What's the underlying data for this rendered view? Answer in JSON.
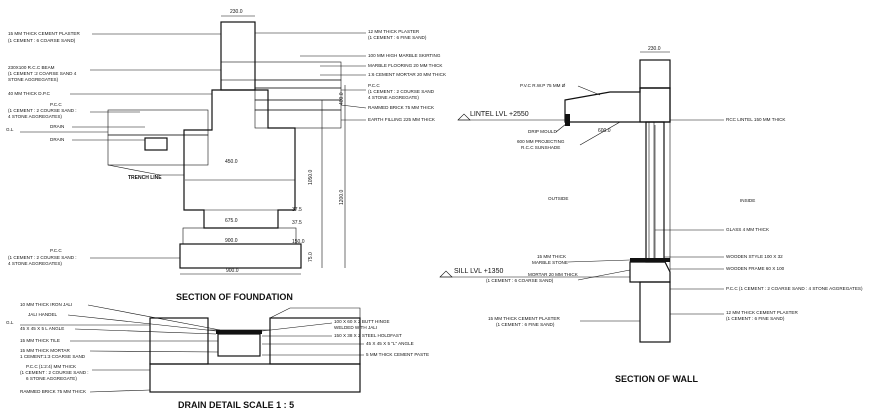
{
  "foundation": {
    "title": "SECTION OF FOUNDATION",
    "left_labels": [
      "15 MM THICK CEMENT PLASTER",
      "(1 CEMENT : 6 COARSE SAND)",
      "230X100 R.C.C BEAM",
      "(1 CEMENT :2 COARSE SAND 4",
      "STONE AGGREGATES)",
      "40 MM THICK D.P.C",
      "P.C.C",
      "(1 CEMENT : 2 COURSE SAND :",
      "4 STONE AGGREGATES)",
      "DRAIN",
      "DRAIN"
    ],
    "gl": "G.L",
    "trench_line": "TRENCH LINE",
    "pcc_bottom": [
      "P.C.C",
      "(1 CEMENT : 2 COURSE SAND :",
      "4 STONE AGGREGATES)"
    ],
    "right_labels": [
      "12 MM THICK PLASTER",
      "(1 CEMENT : 6 FINE SAND)",
      "100 MM HIGH MARBLE SKIRTING",
      "MARBLE FLOORING 20 MM THICK",
      "1:6 CEMENT MORTAR 20 MM THICK",
      "P.C.C",
      "(1 CEMENT : 2 COURSE SAND",
      "4 STONE AGGREGATE)",
      "RAMMED BRICK 75 MM THICK",
      "EARTH FILLING 225 MM THICK"
    ],
    "dims": {
      "top": "230.0",
      "bottom": "900.0",
      "d1": "450.0",
      "d2": "675.0",
      "d3": "900.0",
      "d4": "37.5",
      "d5": "37.5",
      "d6": "150.0",
      "d7": "1050.0",
      "d8": "1200.0",
      "d9": "400.0",
      "d10": "75.0"
    }
  },
  "drain": {
    "title": "DRAIN DETAIL  SCALE 1 : 5",
    "gl": "G.L",
    "left_labels": [
      "10 MM THICK IRON JALI",
      "JALI HANDEL",
      "45 X 45 X 5 L ANGLE",
      "15 MM THICK TILE",
      "15 MM THICK MORTAR",
      "1 CEMENT:1:3 COARSE SAND",
      "P.C.C (1:2:4) MM THICK",
      "(1 CEMENT : 2 COURSE SAND :",
      "6 STONE AGGREGATE)",
      "RAMMED BRICK 75 MM THICK"
    ],
    "right_labels": [
      "100 X 60 X 2 BUTT HINGE",
      "WELDED WITH JALI",
      "150 X 38 X 2 STEEL HOLDFAST",
      "45 X 45 X 5 \"L\" ANGLE",
      "5 MM THICK CEMENT PASTE"
    ]
  },
  "wall": {
    "title": "SECTION OF WALL",
    "lintel": "LINTEL LVL  +2550",
    "sill": "SILL LVL  +1350",
    "outside": "OUTSIDE",
    "inside": "INSIDE",
    "left_labels": [
      "P.V.C R.W.P 75 MM Ø",
      "DRIP MOULD",
      "600 MM PROJECTING",
      "R.C.C SUNSHADE",
      "15 MM THICK",
      "MARBLE STONE",
      "MORTAR 20 MM THICK",
      "(1 CEMENT : 6 COARSE SAND)",
      "15 MM THICK CEMENT PLASTER",
      "(1 CEMENT : 6 FINE SAND)"
    ],
    "right_labels": [
      "RCC LINTEL 150 MM THICK",
      "GLASS 4 MM THICK",
      "WOODEN STYLE 100 X 32",
      "WOODEN FRAME 60 X 100",
      "P.C.C (1 CEMENT : 2 COARSE SAND : 4 STONE AGGREGATES)",
      "12 MM THICK CEMENT PLASTER",
      "(1 CEMENT : 6 FINE SAND)"
    ],
    "dims": {
      "top": "230.0",
      "sunshade": "600.0"
    }
  }
}
